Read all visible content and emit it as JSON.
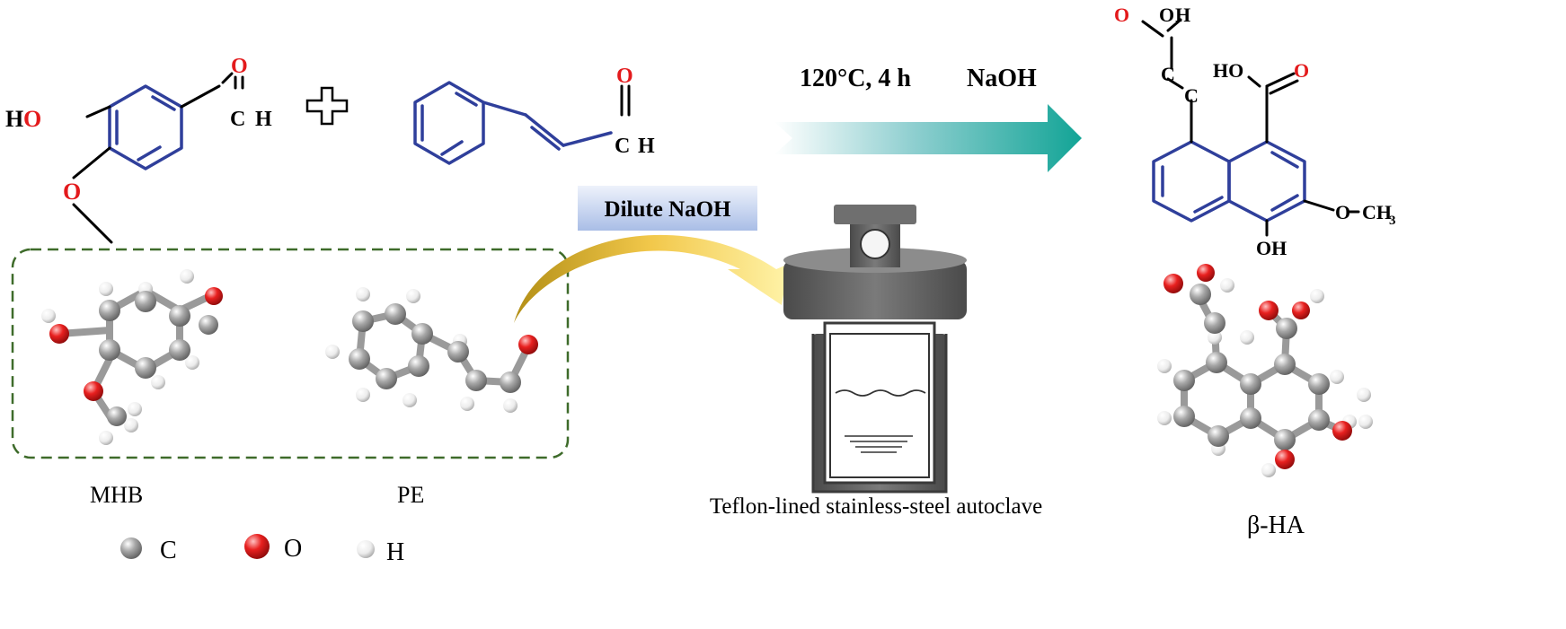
{
  "conditions": {
    "temp_time": "120°C, 4 h",
    "base": "NaOH"
  },
  "dilute_label": "Dilute NaOH",
  "autoclave_label": "Teflon-lined stainless-steel autoclave",
  "reactants": {
    "mhb_label": "MHB",
    "pe_label": "PE"
  },
  "product_label": "β-HA",
  "legend": [
    {
      "symbol": "C",
      "color": "#8a8a8a"
    },
    {
      "symbol": "O",
      "color": "#e31a1c"
    },
    {
      "symbol": "H",
      "color": "#e8e8e8"
    }
  ],
  "atoms": {
    "H": "H",
    "O": "O",
    "C": "C",
    "HO": "HO",
    "OH": "OH",
    "CH3": "CH",
    "sub3": "3"
  },
  "colors": {
    "ring": "#2f3f9b",
    "oxygen": "#e31a1c",
    "carbon": "#8a8a8a",
    "arrow": "#1ba39c",
    "dashed_box": "#3e6b2a",
    "autoclave": "#5f5f5f"
  }
}
